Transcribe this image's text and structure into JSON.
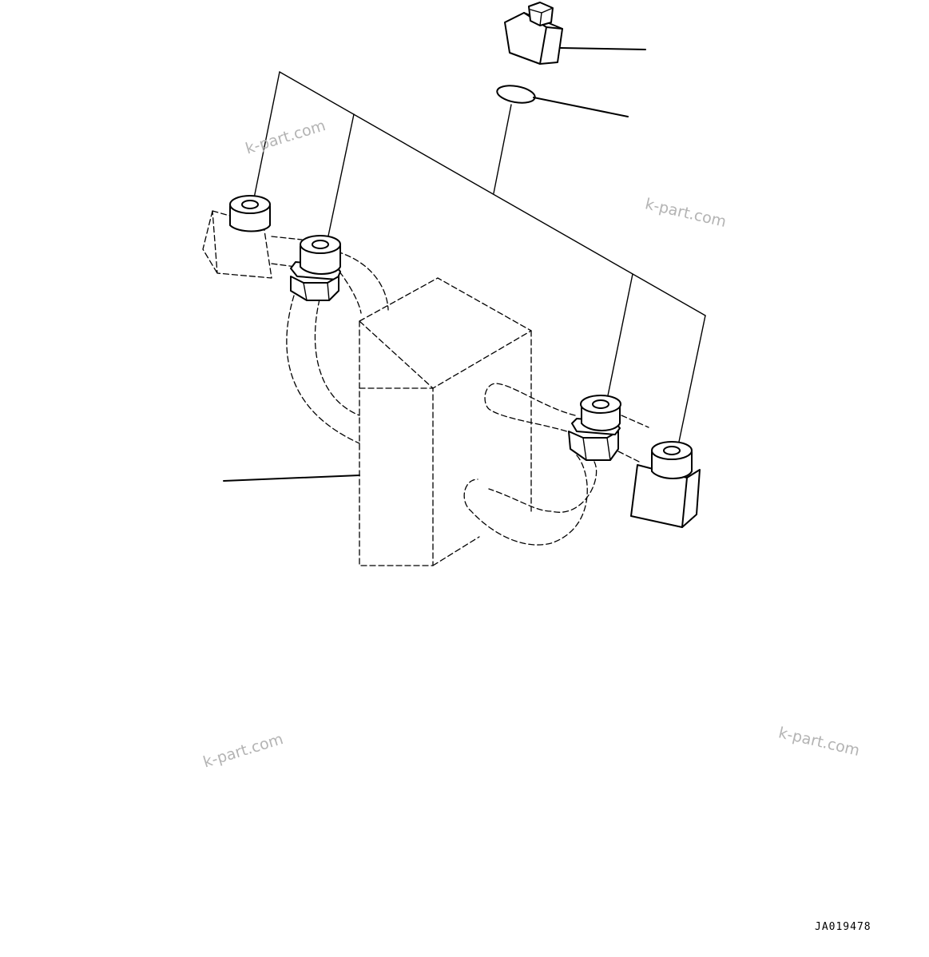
{
  "watermarks": [
    "k-part.com",
    "k-part.com",
    "k-part.com",
    "k-part.com"
  ],
  "drawing_number": "JA019478",
  "colors": {
    "line": "#000000",
    "watermark": "#b4b4b4",
    "background": "#ffffff"
  }
}
